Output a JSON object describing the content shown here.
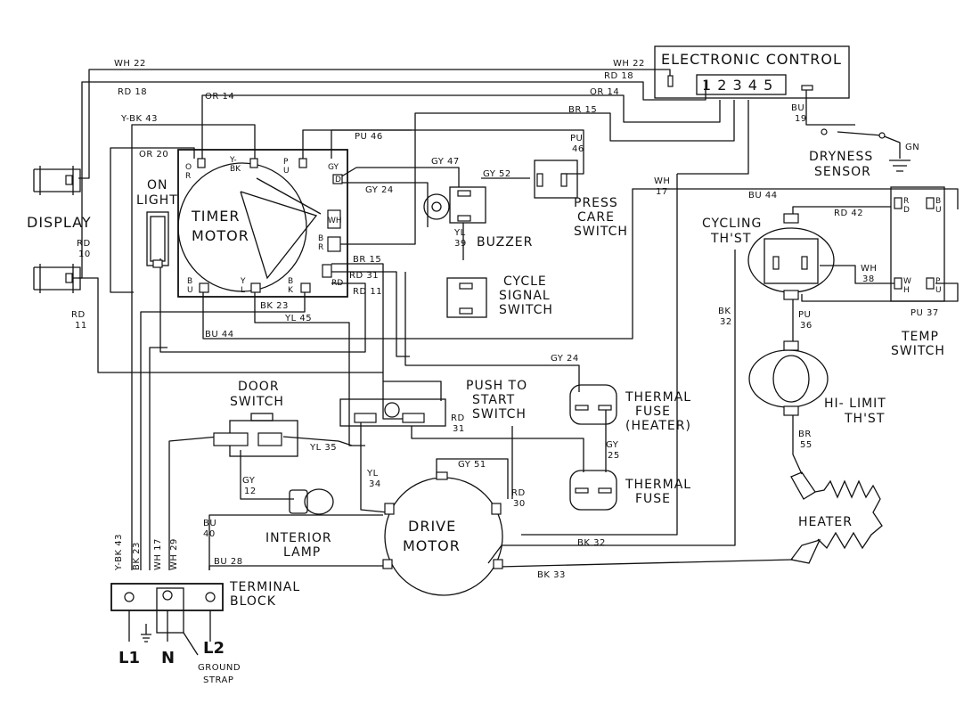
{
  "components": {
    "display": "DISPLAY",
    "electronic_control": "ELECTRONIC CONTROL",
    "control_terminals": "1 2 3 4 5",
    "dryness_sensor": [
      "DRYNESS",
      "SENSOR"
    ],
    "gn": "GN",
    "on_light": [
      "ON",
      "LIGHT"
    ],
    "timer_motor": [
      "TIMER",
      "MOTOR"
    ],
    "press_care_switch": [
      "PRESS",
      "CARE",
      "SWITCH"
    ],
    "buzzer": "BUZZER",
    "cycle_signal_switch": [
      "CYCLE",
      "SIGNAL",
      "SWITCH"
    ],
    "cycling_thst": [
      "CYCLING",
      "TH'ST"
    ],
    "temp_switch": [
      "TEMP",
      "SWITCH"
    ],
    "hi_limit_thst": [
      "HI- LIMIT",
      "TH'ST"
    ],
    "heater": "HEATER",
    "door_switch": [
      "DOOR",
      "SWITCH"
    ],
    "push_to_start_switch": [
      "PUSH TO",
      "START",
      "SWITCH"
    ],
    "thermal_fuse_heater": [
      "THERMAL",
      "FUSE",
      "(HEATER)"
    ],
    "thermal_fuse": [
      "THERMAL",
      "FUSE"
    ],
    "drive_motor": [
      "DRIVE",
      "MOTOR"
    ],
    "interior_lamp": [
      "INTERIOR",
      "LAMP"
    ],
    "terminal_block": [
      "TERMINAL",
      "BLOCK"
    ],
    "l1": "L1",
    "n": "N",
    "l2": "L2",
    "ground_strap": [
      "GROUND",
      "STRAP"
    ]
  },
  "timer_terminals": {
    "or": [
      "O",
      "R"
    ],
    "ybk": [
      "Y-",
      "BK"
    ],
    "pu": [
      "P",
      "U"
    ],
    "gy": [
      "GY",
      "D"
    ],
    "wh": "WH",
    "br": [
      "B",
      "R"
    ],
    "rd": "RD",
    "bu": [
      "B",
      "U"
    ],
    "yl": [
      "Y",
      "L"
    ],
    "bk": [
      "B",
      "K"
    ]
  },
  "temp_switch_terminals": {
    "rd": [
      "R",
      "D"
    ],
    "bu": [
      "B",
      "U"
    ],
    "wh": [
      "W",
      "H"
    ],
    "pu": [
      "P",
      "U"
    ]
  },
  "wires": {
    "wh22_left": "WH 22",
    "wh22_right": "WH 22",
    "rd18_left": "RD 18",
    "rd18_right": "RD 18",
    "or14_left": "OR 14",
    "or14_right": "OR 14",
    "ybk43_top": "Y-BK 43",
    "br15_top": "BR 15",
    "pu46_mid": "PU 46",
    "pu46_right": [
      "PU",
      "46"
    ],
    "or20": "OR 20",
    "gy47": "GY 47",
    "gy52": "GY 52",
    "gy24_timer": "GY 24",
    "yl39": [
      "YL",
      "39"
    ],
    "wh17_right": [
      "WH",
      "17"
    ],
    "bu19": [
      "BU",
      "19"
    ],
    "rd10": [
      "RD",
      "10"
    ],
    "rd11_left": [
      "RD",
      "11"
    ],
    "br15_timer": "BR 15",
    "rd31_timer": "RD 31",
    "rd11_timer": "RD 11",
    "bk23_timer": "BK 23",
    "yl45": "YL 45",
    "bu44_left": "BU 44",
    "bu44_right": "BU 44",
    "rd42": "RD 42",
    "wh38": [
      "WH",
      "38"
    ],
    "pu37": "PU 37",
    "pu36": [
      "PU",
      "36"
    ],
    "bk32_vert": [
      "BK",
      "32"
    ],
    "br55": [
      "BR",
      "55"
    ],
    "gy24_mid": "GY 24",
    "rd31_start": [
      "RD",
      "31"
    ],
    "gy25": [
      "GY",
      "25"
    ],
    "yl35": "YL 35",
    "gy12": [
      "GY",
      "12"
    ],
    "yl34": [
      "YL",
      "34"
    ],
    "gy51": "GY 51",
    "rd30": [
      "RD",
      "30"
    ],
    "bu40": [
      "BU",
      "40"
    ],
    "bu28": "BU 28",
    "bk32_bottom": "BK 32",
    "bk33": "BK 33",
    "ybk43_vert": "Y-BK 43",
    "bk23_vert": "BK 23",
    "wh17_vert": "WH 17",
    "wh29_vert": "WH 29"
  }
}
